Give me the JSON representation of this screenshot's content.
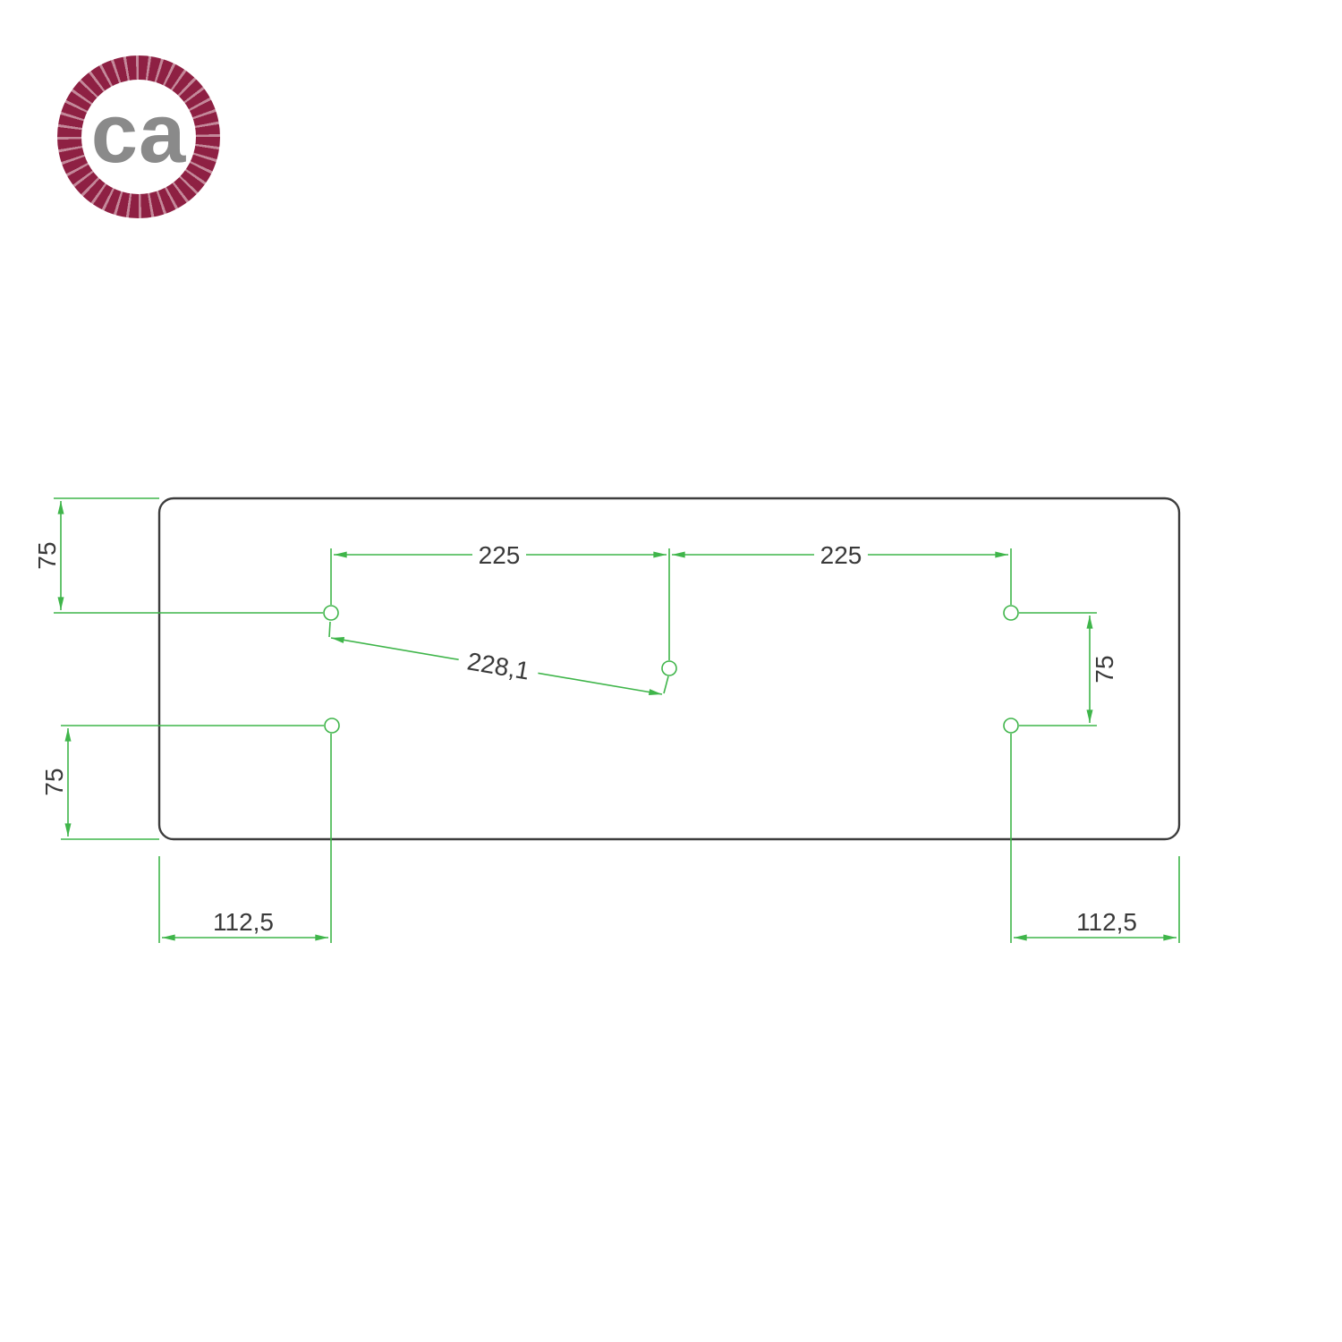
{
  "colors": {
    "background": "#ffffff",
    "dimension_green": "#3fb54a",
    "plate_outline": "#3d3d3d",
    "dimension_text": "#3a3a3a",
    "logo_ring": "#8e2043",
    "logo_ring_light": "#c4889a",
    "logo_text_gray": "#8a8a8a"
  },
  "logo": {
    "text": "ca"
  },
  "drawing": {
    "dimensions": {
      "left_top_vertical": "75",
      "left_bottom_vertical": "75",
      "right_vertical": "75",
      "top_left_span": "225",
      "top_right_span": "225",
      "diagonal_span": "228,1",
      "bottom_left_span": "112,5",
      "bottom_right_span": "112,5"
    }
  }
}
